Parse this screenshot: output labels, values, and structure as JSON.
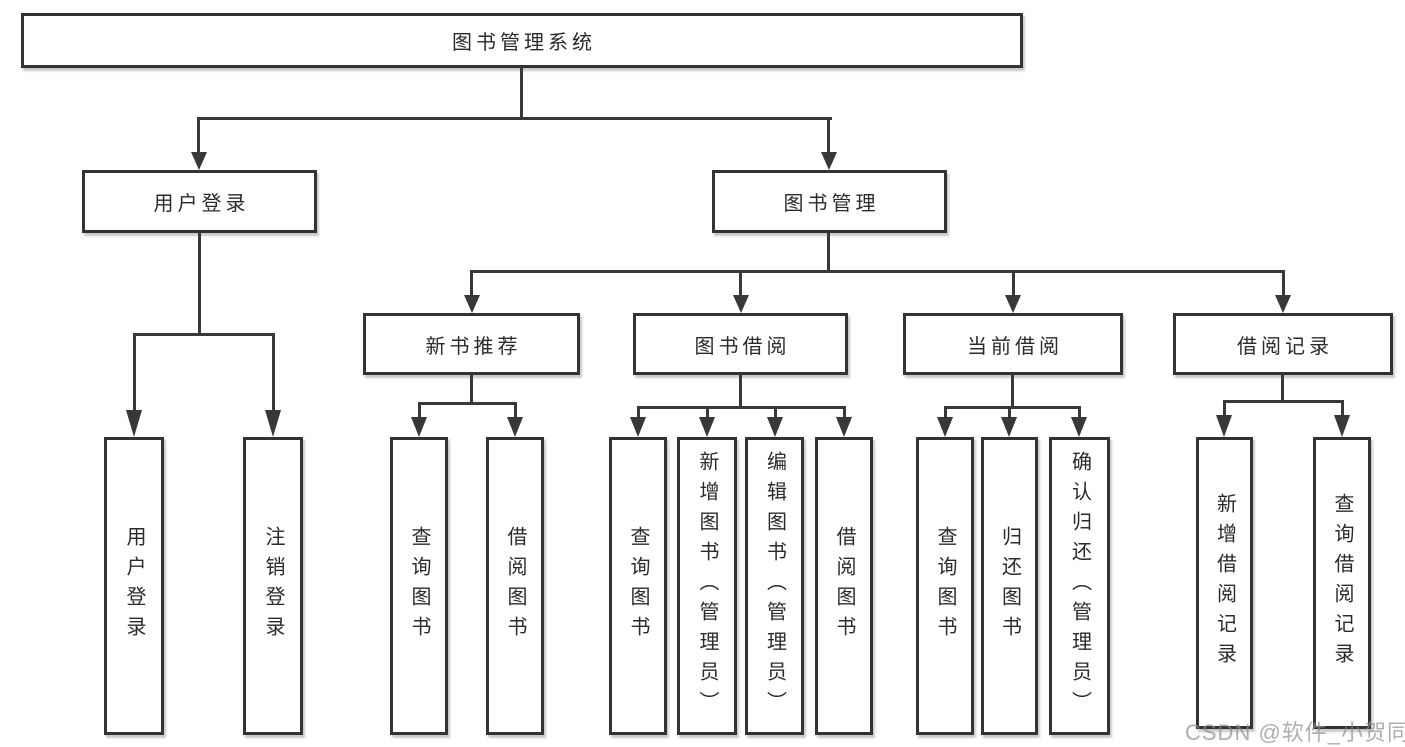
{
  "root": {
    "label": "图书管理系统"
  },
  "level2": {
    "user_login": {
      "label": "用户登录",
      "children": [
        "用户登录",
        "注销登录"
      ]
    },
    "book_management": {
      "label": "图书管理"
    }
  },
  "level3": {
    "new_book": {
      "label": "新书推荐",
      "children": [
        "查询图书",
        "借阅图书"
      ]
    },
    "borrow": {
      "label": "图书借阅",
      "children": [
        "查询图书",
        "新增图书（管理员）",
        "编辑图书（管理员）",
        "借阅图书"
      ]
    },
    "current": {
      "label": "当前借阅",
      "children": [
        "查询图书",
        "归还图书",
        "确认归还（管理员）"
      ]
    },
    "records": {
      "label": "借阅记录",
      "children": [
        "新增借阅记录",
        "查询借阅记录"
      ]
    }
  },
  "watermark": {
    "text": "CSDN @软件_小贺同学"
  },
  "colors": {
    "line": "#383838",
    "border": "#333333",
    "text": "#2b2b2b",
    "watermark": "#8c8c8c"
  }
}
